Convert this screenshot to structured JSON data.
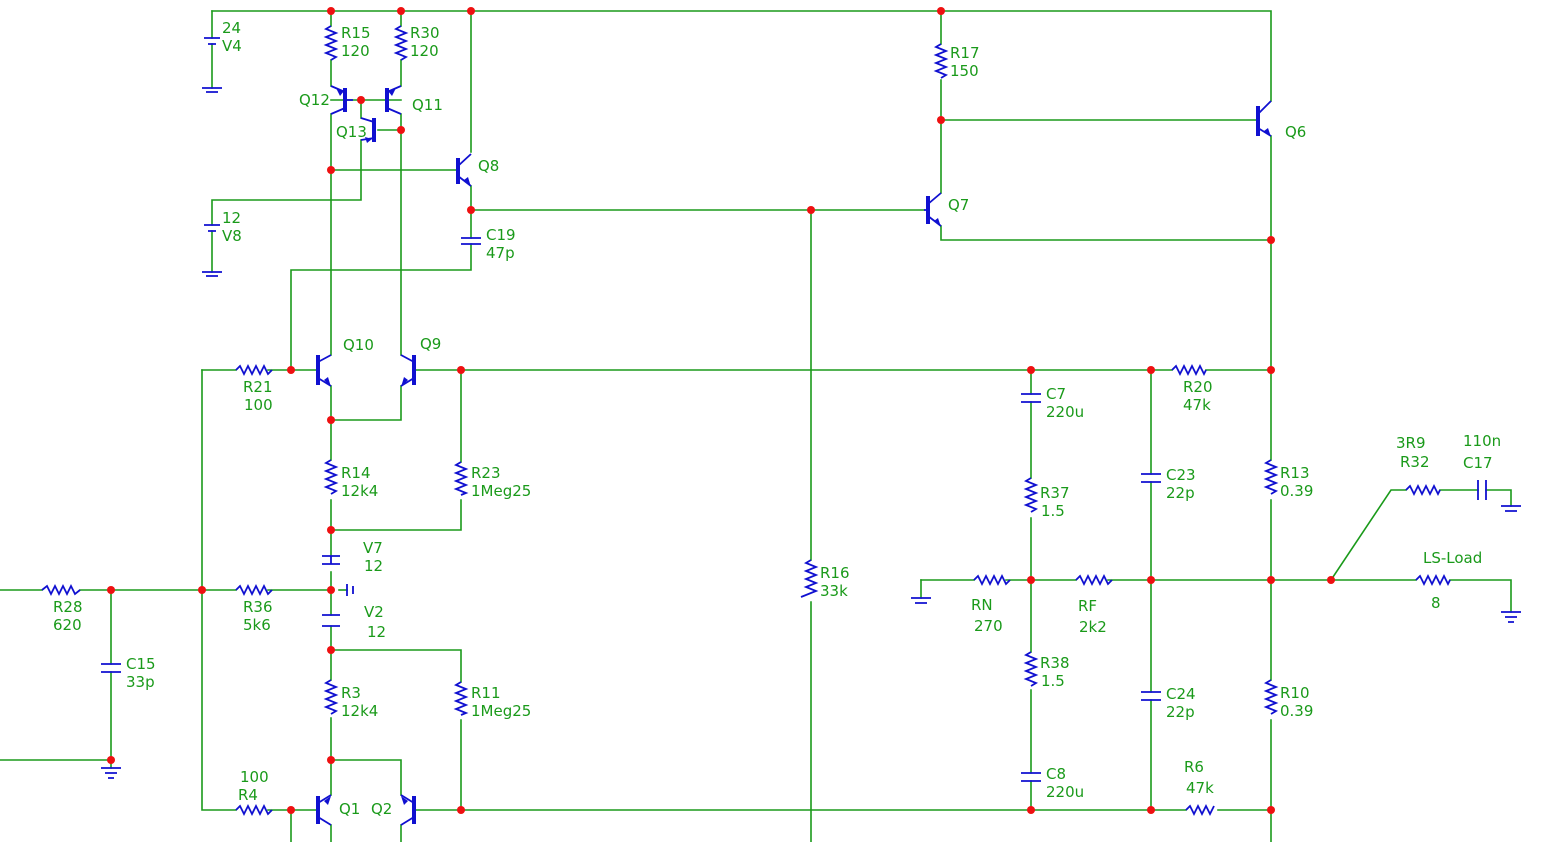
{
  "components": {
    "r15": {
      "name": "R15",
      "value": "120"
    },
    "r30": {
      "name": "R30",
      "value": "120"
    },
    "r17": {
      "name": "R17",
      "value": "150"
    },
    "r21": {
      "name": "R21",
      "value": "100"
    },
    "r14": {
      "name": "R14",
      "value": "12k4"
    },
    "r23": {
      "name": "R23",
      "value": "1Meg25"
    },
    "r28": {
      "name": "R28",
      "value": "620"
    },
    "r36": {
      "name": "R36",
      "value": "5k6"
    },
    "r3": {
      "name": "R3",
      "value": "12k4"
    },
    "r11": {
      "name": "R11",
      "value": "1Meg25"
    },
    "r4": {
      "name": "R4",
      "value": "100"
    },
    "r16": {
      "name": "R16",
      "value": "33k"
    },
    "r37": {
      "name": "R37",
      "value": "1.5"
    },
    "r38": {
      "name": "R38",
      "value": "1.5"
    },
    "rn": {
      "name": "RN",
      "value": "270"
    },
    "rf": {
      "name": "RF",
      "value": "2k2"
    },
    "r20": {
      "name": "R20",
      "value": "47k"
    },
    "r6": {
      "name": "R6",
      "value": "47k"
    },
    "r13": {
      "name": "R13",
      "value": "0.39"
    },
    "r10": {
      "name": "R10",
      "value": "0.39"
    },
    "r32": {
      "name": "R32",
      "value": "3R9"
    },
    "ls": {
      "name": "LS-Load",
      "value": "8"
    },
    "c19": {
      "name": "C19",
      "value": "47p"
    },
    "c15": {
      "name": "C15",
      "value": "33p"
    },
    "c7": {
      "name": "C7",
      "value": "220u"
    },
    "c8": {
      "name": "C8",
      "value": "220u"
    },
    "c23": {
      "name": "C23",
      "value": "22p"
    },
    "c24": {
      "name": "C24",
      "value": "22p"
    },
    "c17": {
      "name": "C17",
      "value": "110n"
    },
    "v4": {
      "name": "V4",
      "value": "24"
    },
    "v8": {
      "name": "V8",
      "value": "12"
    },
    "v7": {
      "name": "V7",
      "value": "12"
    },
    "v2": {
      "name": "V2",
      "value": "12"
    },
    "q12": {
      "name": "Q12"
    },
    "q11": {
      "name": "Q11"
    },
    "q13": {
      "name": "Q13"
    },
    "q8": {
      "name": "Q8"
    },
    "q7": {
      "name": "Q7"
    },
    "q6": {
      "name": "Q6"
    },
    "q10": {
      "name": "Q10"
    },
    "q9": {
      "name": "Q9"
    },
    "q1": {
      "name": "Q1"
    },
    "q2": {
      "name": "Q2"
    }
  }
}
